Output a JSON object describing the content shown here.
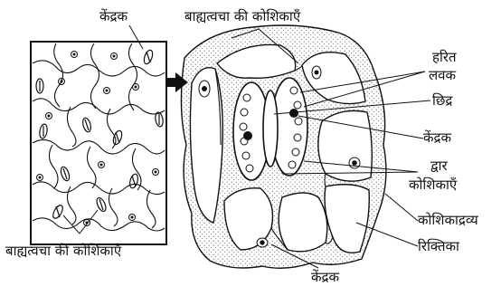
{
  "diagram": {
    "labels": {
      "nucleus_top_left": "केंद्रक",
      "epidermal_cells_top": "बाह्यत्वचा की कोशिकाएँ",
      "chloroplast_line1": "हरित",
      "chloroplast_line2": "लवक",
      "pore": "छिद्र",
      "nucleus_right": "केंद्रक",
      "guard_cells_line1": "द्वार",
      "guard_cells_line2": "कोशिकाएँ",
      "cytoplasm": "कोशिकाद्रव्य",
      "vacuole": "रिक्तिका",
      "nucleus_bottom": "केंद्रक",
      "epidermal_cells_bottom": "बाह्यत्वचा की कोशिकाएँ"
    },
    "colors": {
      "ink": "#111111",
      "background": "#ffffff",
      "stipple": "#444444"
    }
  }
}
